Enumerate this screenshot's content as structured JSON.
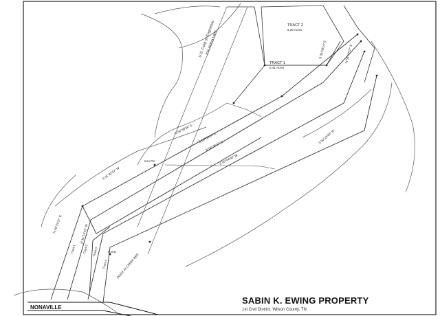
{
  "title_block": {
    "title": "SABIN K. EWING PROPERTY",
    "subtitle": "1st Civil District, Wilson County, TN"
  },
  "road": {
    "name": "NONAVILLE"
  },
  "agency_labels": {
    "corps": "U.S. Corp of Engineers",
    "lake": "(Old Hickory Lake)"
  },
  "tracts": [
    {
      "name": "TRACT 1",
      "acres": "5.41 Acres"
    },
    {
      "name": "TRACT 2",
      "acres": "5.25 Acres"
    }
  ],
  "side_tracts": [
    "Tract 1",
    "Tract 2",
    "Tract 3",
    "Tract 4"
  ],
  "boundary_calls": [
    "N 54°58'38\" E",
    "S 69°09'14\" E",
    "N 54°56'37\" E",
    "S 55°04'40\" W",
    "N 31°32'57\" W",
    "S 35°08'14\" E",
    "N 54°47'07\" E",
    "N 35°15'45\" W",
    "S 50°15'00\" W",
    "N 29°31'27\" E"
  ],
  "line_labels": {
    "iron": "Iron Pin",
    "point_in_creek": "POINT IN CREEK BED",
    "pob": "P.O.B."
  },
  "colors": {
    "ink": "#222222",
    "paper": "#ffffff"
  }
}
